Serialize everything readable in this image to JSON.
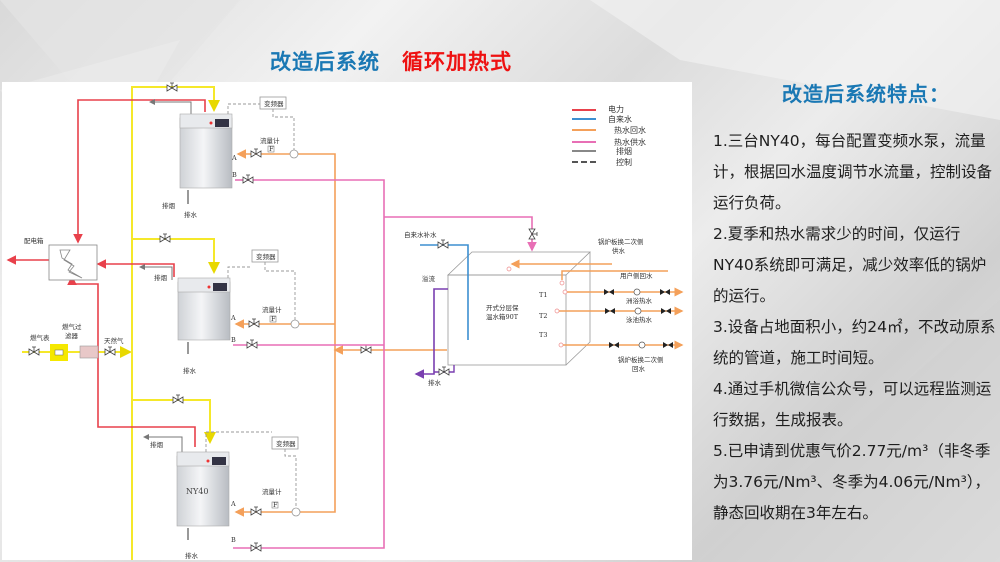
{
  "slide": {
    "title_part1": "改造后系统",
    "title_part2": "循环加热式"
  },
  "colors": {
    "title_blue": "#1a78b4",
    "title_red": "#ee1111",
    "power": "#e8414b",
    "tap_water": "#3d8fd1",
    "hot_return": "#f4a05a",
    "hot_supply": "#e86fb5",
    "exhaust": "#888888",
    "control": "#888888",
    "gas": "#f5e82a",
    "overflow": "#7a3fb0"
  },
  "legend": {
    "items": [
      {
        "label": "电力",
        "color": "#e8414b",
        "style": "solid"
      },
      {
        "label": "自来水",
        "color": "#3d8fd1",
        "style": "solid"
      },
      {
        "label": "热水回水",
        "color": "#f4a05a",
        "style": "solid"
      },
      {
        "label": "热水供水",
        "color": "#e86fb5",
        "style": "solid"
      },
      {
        "label": "排烟",
        "color": "#888888",
        "style": "solid"
      },
      {
        "label": "控制",
        "color": "#555555",
        "style": "dashed"
      }
    ]
  },
  "diagram": {
    "distribution_box": "配电箱",
    "gas_meter": "燃气表",
    "gas_filter_line1": "燃气过",
    "gas_filter_line2": "滤器",
    "natural_gas": "天然气",
    "units": [
      {
        "exhaust": "排烟",
        "vfd": "变频器",
        "flowmeter": "流量计",
        "flow_symbol": "F",
        "port_a": "A",
        "port_b": "B",
        "drain": "排水",
        "model": ""
      },
      {
        "exhaust": "排烟",
        "vfd": "变频器",
        "flowmeter": "流量计",
        "flow_symbol": "F",
        "port_a": "A",
        "port_b": "B",
        "drain": "排水",
        "model": ""
      },
      {
        "exhaust": "排烟",
        "vfd": "变频器",
        "flowmeter": "流量计",
        "flow_symbol": "F",
        "port_a": "A",
        "port_b": "B",
        "drain": "排水",
        "model": "NY40"
      }
    ],
    "tap_makeup": "自来水补水",
    "overflow": "溢流",
    "tank_drain": "排水",
    "tank_line1": "开式分层保",
    "tank_line2": "温水箱90T",
    "sensors": [
      "T1",
      "T2",
      "T3"
    ],
    "boiler_supply_line1": "锅炉板换二次侧",
    "boiler_supply_line2": "供水",
    "user_return": "用户侧回水",
    "bath_hot": "洲浴热水",
    "pool_hot": "泳池热水",
    "boiler_return_line1": "锅炉板换二次侧",
    "boiler_return_line2": "回水"
  },
  "features": {
    "title": "改造后系统特点：",
    "items": [
      "1.三台NY40，每台配置变频水泵，流量计，根据回水温度调节水流量，控制设备运行负荷。",
      "2.夏季和热水需求少的时间，仅运行NY40系统即可满足，减少效率低的锅炉的运行。",
      "3.设备占地面积小，约24㎡，不改动原系统的管道，施工时间短。",
      "4.通过手机微信公众号，可以远程监测运行数据，生成报表。",
      "5.已申请到优惠气价2.77元/m³（非冬季为3.76元/Nm³、冬季为4.06元/Nm³），静态回收期在3年左右。"
    ]
  }
}
